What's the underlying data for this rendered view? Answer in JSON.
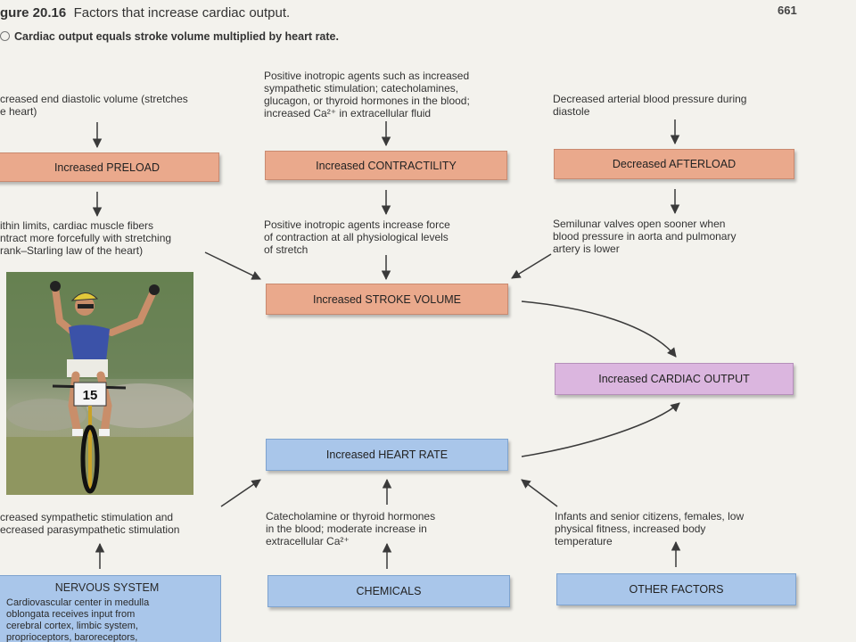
{
  "header": {
    "figure_number": "gure 20.16",
    "figure_title": "Factors that increase cardiac output.",
    "page_number": "661",
    "caption": "Cardiac output equals stroke volume multiplied by heart rate."
  },
  "top_inputs": {
    "preload_cause": "creased end diastolic volume (stretches\ne heart)",
    "contractility_cause": "Positive inotropic agents such as increased\nsympathetic stimulation; catecholamines,\nglucagon, or thyroid hormones in the blood;\nincreased Ca²⁺ in extracellular fluid",
    "afterload_cause": "Decreased arterial blood pressure during\ndiastole"
  },
  "boxes": {
    "preload": "Increased PRELOAD",
    "contractility": "Increased CONTRACTILITY",
    "afterload": "Decreased AFTERLOAD",
    "stroke_volume": "Increased STROKE VOLUME",
    "cardiac_output": "Increased CARDIAC OUTPUT",
    "heart_rate": "Increased HEART RATE",
    "chemicals": "CHEMICALS",
    "other_factors": "OTHER FACTORS"
  },
  "middle_effects": {
    "preload_effect": "ithin limits, cardiac muscle fibers\nntract more forcefully with stretching\nrank–Starling law of the heart)",
    "contractility_effect": "Positive inotropic agents increase force\nof contraction at all physiological levels\nof stretch",
    "afterload_effect": "Semilunar valves open sooner when\nblood pressure in aorta and pulmonary\nartery is lower"
  },
  "heart_rate_inputs": {
    "nervous_effect": "creased sympathetic stimulation and\necreased parasympathetic stimulation",
    "chemical_effect": "Catecholamine or thyroid hormones\nin the blood; moderate increase in\nextracellular Ca²⁺",
    "other_effect": "Infants and senior citizens, females, low\nphysical fitness, increased body\ntemperature"
  },
  "nervous_system": {
    "title": "NERVOUS SYSTEM",
    "description": "Cardiovascular center in medulla\noblongata receives input from\ncerebral cortex, limbic system,\nproprioceptors, baroreceptors,"
  },
  "photo": {
    "bib_number": "15"
  },
  "colors": {
    "orange_box": "#eaa98c",
    "blue_box": "#a9c6ea",
    "purple_box": "#dbb6df",
    "arrow": "#3a3a3a"
  }
}
